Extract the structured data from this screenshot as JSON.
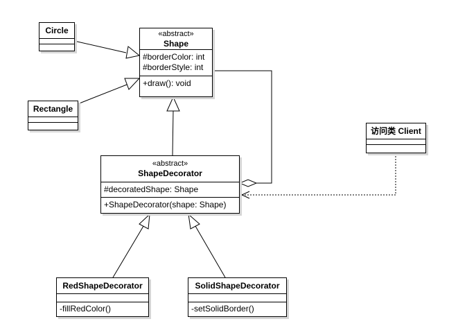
{
  "classes": {
    "shape": {
      "stereotype": "«abstract»",
      "name": "Shape",
      "attributes": [
        "#borderColor: int",
        "#borderStyle: int"
      ],
      "operations": [
        "+draw(): void"
      ]
    },
    "circle": {
      "name": "Circle"
    },
    "rectangle": {
      "name": "Rectangle"
    },
    "shape_decorator": {
      "stereotype": "«abstract»",
      "name": "ShapeDecorator",
      "attributes": [
        "#decoratedShape: Shape"
      ],
      "operations": [
        "+ShapeDecorator(shape: Shape)"
      ]
    },
    "client": {
      "name": "访问类 Client"
    },
    "red_decorator": {
      "name": "RedShapeDecorator",
      "operations": [
        "-fillRedColor()"
      ]
    },
    "solid_decorator": {
      "name": "SolidShapeDecorator",
      "operations": [
        "-setSolidBorder()"
      ]
    }
  },
  "relations": [
    {
      "type": "generalization",
      "from": "Circle",
      "to": "Shape"
    },
    {
      "type": "generalization",
      "from": "Rectangle",
      "to": "Shape"
    },
    {
      "type": "generalization",
      "from": "ShapeDecorator",
      "to": "Shape"
    },
    {
      "type": "generalization",
      "from": "RedShapeDecorator",
      "to": "ShapeDecorator"
    },
    {
      "type": "generalization",
      "from": "SolidShapeDecorator",
      "to": "ShapeDecorator"
    },
    {
      "type": "aggregation",
      "from": "Shape",
      "to": "ShapeDecorator"
    },
    {
      "type": "dependency",
      "from": "访问类 Client",
      "to": "ShapeDecorator"
    }
  ]
}
